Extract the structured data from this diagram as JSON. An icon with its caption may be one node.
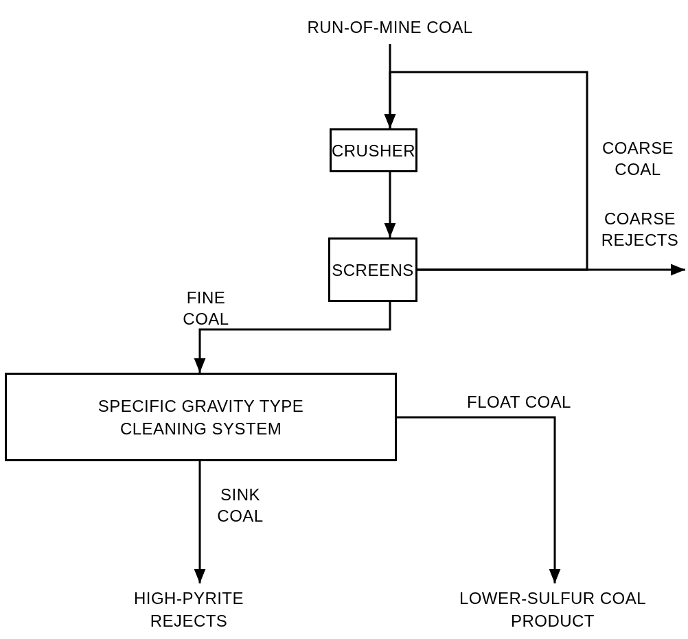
{
  "diagram": {
    "nodes": [
      {
        "text": [
          "RUN-OF-MINE COAL"
        ]
      },
      {
        "text": [
          "CRUSHER"
        ]
      },
      {
        "text": [
          "SCREENS"
        ]
      },
      {
        "text": [
          "SPECIFIC GRAVITY TYPE CLEANING SYSTEM"
        ]
      },
      {
        "text": [
          "HIGH-PYRITE REJECTS"
        ]
      },
      {
        "text": [
          "LOWER-SULFUR COAL PRODUCT"
        ]
      }
    ],
    "edges": [
      {
        "from": 0,
        "to": 1,
        "arrow": "to"
      },
      {
        "from": 1,
        "to": 2,
        "arrow": "to"
      },
      {
        "from": 2,
        "to": 1,
        "arrow": "to",
        "label": "COARSE COAL"
      },
      {
        "from": 2,
        "to": null,
        "arrow": "to",
        "label": "COARSE REJECTS"
      },
      {
        "from": 2,
        "to": 3,
        "arrow": "to",
        "label": "FINE COAL"
      },
      {
        "from": 3,
        "to": 4,
        "arrow": "to",
        "label": "SINK COAL"
      },
      {
        "from": 3,
        "to": 5,
        "arrow": "to",
        "label": "FLOAT COAL"
      }
    ]
  }
}
